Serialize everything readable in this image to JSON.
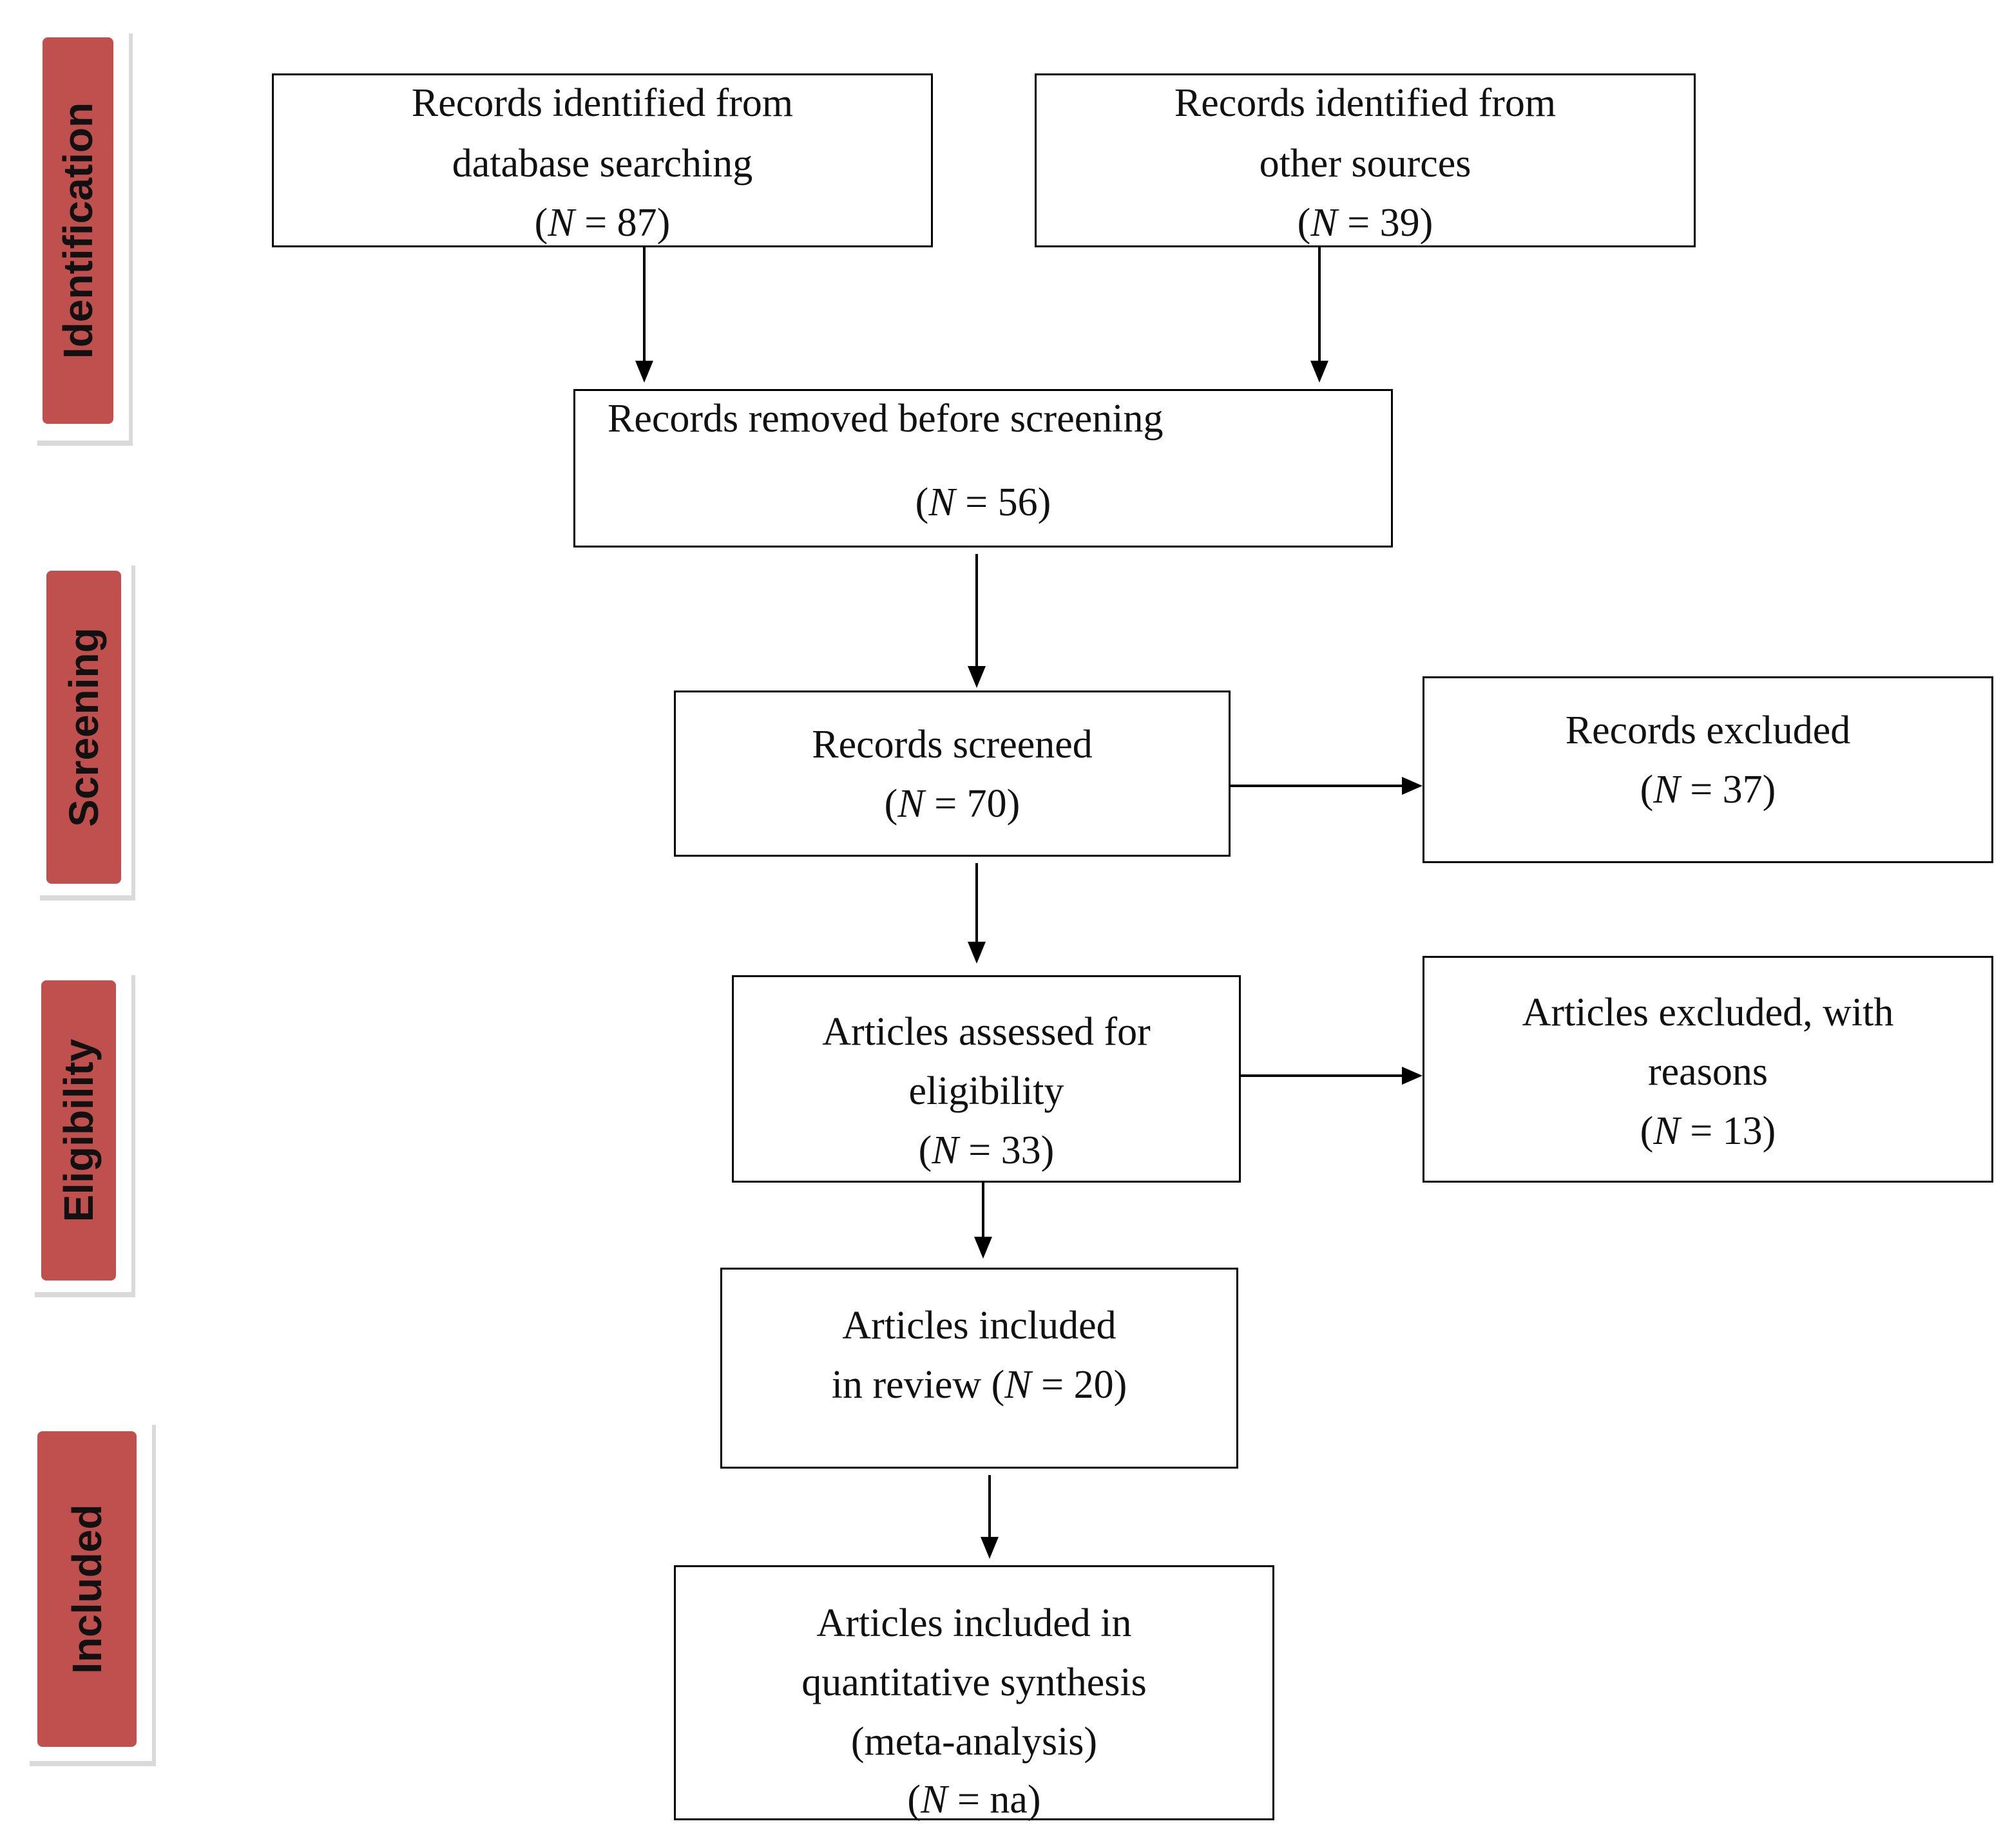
{
  "stages": {
    "identification": "Identification",
    "screening": "Screening",
    "eligibility": "Eligibility",
    "included": "Included"
  },
  "boxes": {
    "database": {
      "line1": "Records identified from",
      "line2": "database searching",
      "open": "(",
      "n": "N",
      "rest": " = 87)"
    },
    "other": {
      "line1": "Records identified from",
      "line2": "other sources",
      "open": "(",
      "n": "N",
      "rest": " = 39)"
    },
    "removed": {
      "line1": "Records removed before screening",
      "open": "(",
      "n": "N",
      "rest": " = 56)"
    },
    "screened": {
      "line1": "Records screened",
      "open": "(",
      "n": "N",
      "rest": " = 70)"
    },
    "excluded": {
      "line1": "Records excluded",
      "open": "(",
      "n": "N",
      "rest": " = 37)"
    },
    "assessed": {
      "line1": "Articles assessed for",
      "line2": "eligibility",
      "open": "(",
      "n": "N",
      "rest": " = 33)"
    },
    "excluded_reasons": {
      "line1": "Articles excluded, with",
      "line2": "reasons",
      "open": "(",
      "n": "N",
      "rest": " = 13)"
    },
    "review": {
      "line1": "Articles included",
      "line2_pre": "in review (",
      "n": "N",
      "rest": " = 20)"
    },
    "quantitative": {
      "line1": "Articles included in",
      "line2": "quantitative synthesis",
      "line3": "(meta-analysis)",
      "open": "(",
      "n": "N",
      "rest": " = na)"
    }
  }
}
